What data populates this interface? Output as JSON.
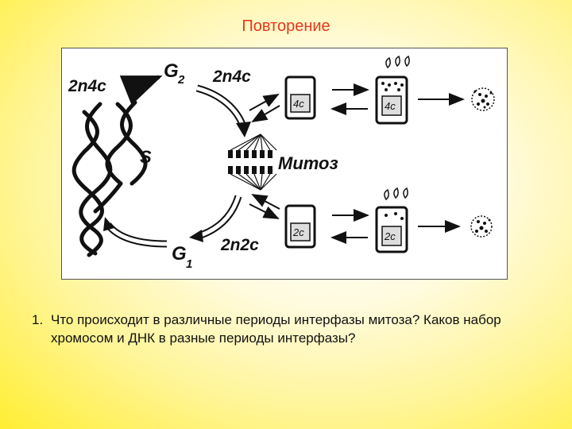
{
  "slide": {
    "title": "Повторение"
  },
  "diagram": {
    "label_g2_ploidy": "2n4c",
    "label_g2": "G",
    "label_g2_sub": "2",
    "label_mitosis_ploidy": "2n4c",
    "label_s": "S",
    "label_mitosis": "Митоз",
    "label_g1_ploidy": "2n2c",
    "label_g1": "G",
    "label_g1_sub": "1",
    "cell_top_left": "4c",
    "cell_top_right": "4c",
    "cell_bottom_left": "2c",
    "cell_bottom_right": "2c"
  },
  "question": {
    "number": "1.",
    "text": "Что происходит в различные периоды интерфазы митоза? Каков набор хромосом и ДНК в разные периоды интерфазы?"
  }
}
